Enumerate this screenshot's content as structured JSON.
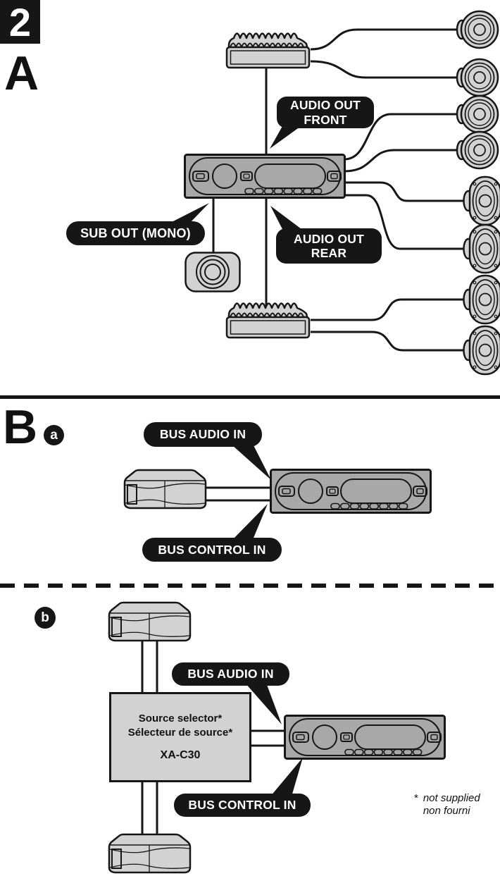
{
  "step": {
    "number": "2"
  },
  "palette": {
    "ink": "#161616",
    "device_gray": "#d2d2d2",
    "unit_gray": "#a8a8a8",
    "text_on_dark": "#ffffff"
  },
  "section_a": {
    "label": "A",
    "callouts": {
      "audio_out_front": {
        "line1": "AUDIO OUT",
        "line2": "FRONT"
      },
      "sub_out": {
        "text": "SUB OUT (MONO)"
      },
      "audio_out_rear": {
        "line1": "AUDIO OUT",
        "line2": "REAR"
      }
    }
  },
  "section_b": {
    "label": "B",
    "variant_a": {
      "badge": "a",
      "callouts": {
        "bus_audio_in": "BUS AUDIO IN",
        "bus_control_in": "BUS CONTROL IN"
      }
    },
    "variant_b": {
      "badge": "b",
      "callouts": {
        "bus_audio_in": "BUS AUDIO IN",
        "bus_control_in": "BUS CONTROL IN"
      },
      "source_selector": {
        "line1": "Source selector*",
        "line2": "Sélecteur de source*",
        "model": "XA-C30"
      },
      "footnote": {
        "marker": "*",
        "line1": "not supplied",
        "line2": "non fourni"
      }
    }
  }
}
